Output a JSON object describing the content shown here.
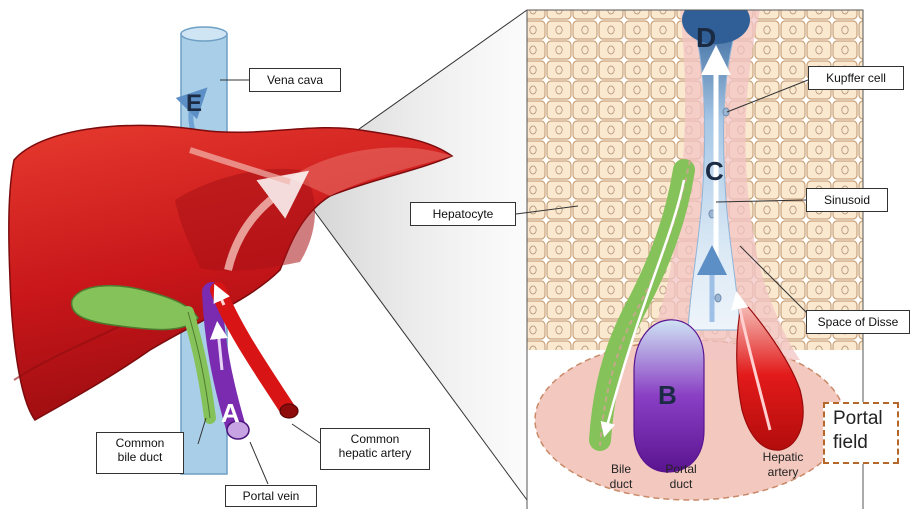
{
  "letters": {
    "a": "A",
    "b": "B",
    "c": "C",
    "d": "D",
    "e": "E"
  },
  "labels": {
    "vena_cava": "Vena cava",
    "common_bile_duct_line1": "Common",
    "common_bile_duct_line2": "bile duct",
    "common_hepatic_artery_line1": "Common",
    "common_hepatic_artery_line2": "hepatic artery",
    "portal_vein": "Portal vein",
    "hepatocyte": "Hepatocyte",
    "kupffer_cell": "Kupffer cell",
    "sinusoid": "Sinusoid",
    "space_of_disse": "Space of Disse",
    "portal_field_line1": "Portal",
    "portal_field_line2": "field",
    "bile_duct_line1": "Bile",
    "bile_duct_line2": "duct",
    "portal_duct_line1": "Portal",
    "portal_duct_line2": "duct",
    "hepatic_artery_line1": "Hepatic",
    "hepatic_artery_line2": "artery"
  },
  "colors": {
    "liver": "#cc1a1a",
    "liver_dark": "#8e0e10",
    "gallbladder": "#86c25a",
    "portal_vein": "#7a2bb0",
    "hepatic_artery": "#d81414",
    "vena_cava": "#a9cfe8",
    "hepatocyte_fill": "#fbe9cf",
    "hepatocyte_border": "#c9a27a",
    "portal_field": "#f3c9bf",
    "sinusoid_top": "#2f5f96",
    "sinusoid_light": "#dbe9f5",
    "letter_dark": "#1b2b44",
    "portal_box_border": "#b5672a"
  }
}
